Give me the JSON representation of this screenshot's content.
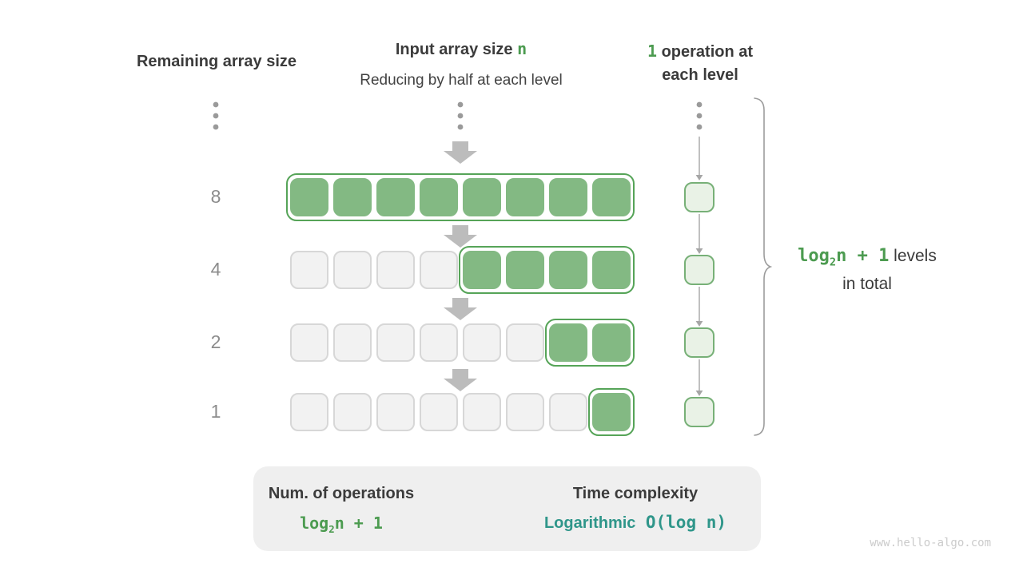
{
  "palette": {
    "green_text": "#4c9b50",
    "green_fill": "#83b983",
    "green_border": "#56a458",
    "light_green_fill": "#e9f2e6",
    "light_green_border": "#77b077",
    "gray_cell_fill": "#f2f2f2",
    "gray_cell_border": "#d7d7d7",
    "dark_text": "#3b3b3b",
    "muted_text": "#8c8c8c",
    "arrow_gray": "#bcbcbc",
    "teal_text": "#2f968a",
    "panel_bg": "#efefef"
  },
  "headers": {
    "left": "Remaining array size",
    "center_title": "Input array size ",
    "center_title_green": "n",
    "center_subtitle": "Reducing by half at each level",
    "right_green": "1",
    "right_line1": " operation at",
    "right_line2": "each level"
  },
  "levels": [
    {
      "label": "8",
      "cells": 8,
      "highlighted": 8
    },
    {
      "label": "4",
      "cells": 8,
      "highlighted": 4
    },
    {
      "label": "2",
      "cells": 8,
      "highlighted": 2
    },
    {
      "label": "1",
      "cells": 8,
      "highlighted": 1
    }
  ],
  "brace_note": {
    "log": "log",
    "sub": "2",
    "tail": "n + 1",
    "rest": " levels",
    "line2": "in total"
  },
  "summary": {
    "operations_title": "Num. of operations",
    "operations_log": "log",
    "operations_sub": "2",
    "operations_tail": "n + 1",
    "complexity_title": "Time complexity",
    "complexity_word": "Logarithmic",
    "complexity_o": "O(log n)"
  },
  "watermark": "www.hello-algo.com"
}
